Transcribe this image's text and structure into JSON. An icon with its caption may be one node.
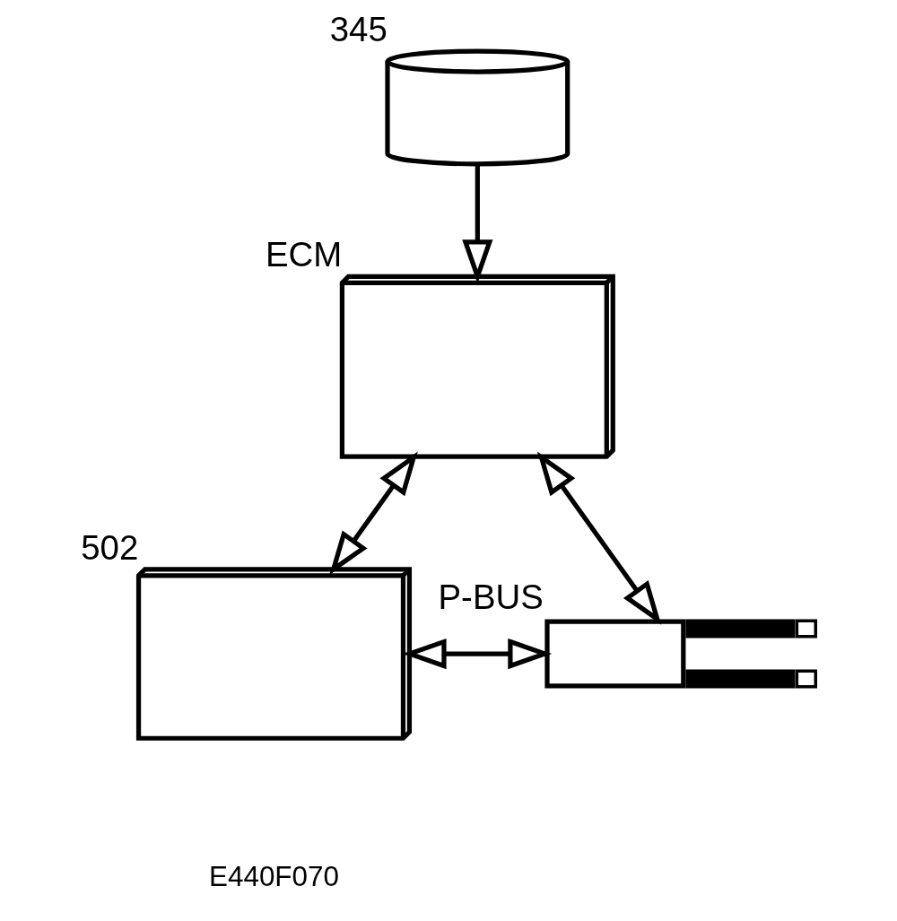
{
  "diagram": {
    "nodes": [
      {
        "text": [],
        "shape": "picture",
        "beside": [
          "345"
        ]
      },
      {
        "text": [],
        "shape": "picture",
        "beside": [
          "ECM"
        ]
      },
      {
        "text": [],
        "shape": "picture",
        "beside": [
          "502"
        ]
      },
      {
        "text": [],
        "shape": "picture",
        "beside": [
          "P-BUS"
        ]
      }
    ],
    "edges": [
      {
        "from": 0,
        "to": 1,
        "arrow": "to"
      },
      {
        "from": 1,
        "to": 2,
        "arrow": "both"
      },
      {
        "from": 1,
        "to": 3,
        "arrow": "both"
      },
      {
        "from": 2,
        "to": 3,
        "arrow": "both"
      }
    ],
    "labels": [
      "E440F070"
    ]
  }
}
